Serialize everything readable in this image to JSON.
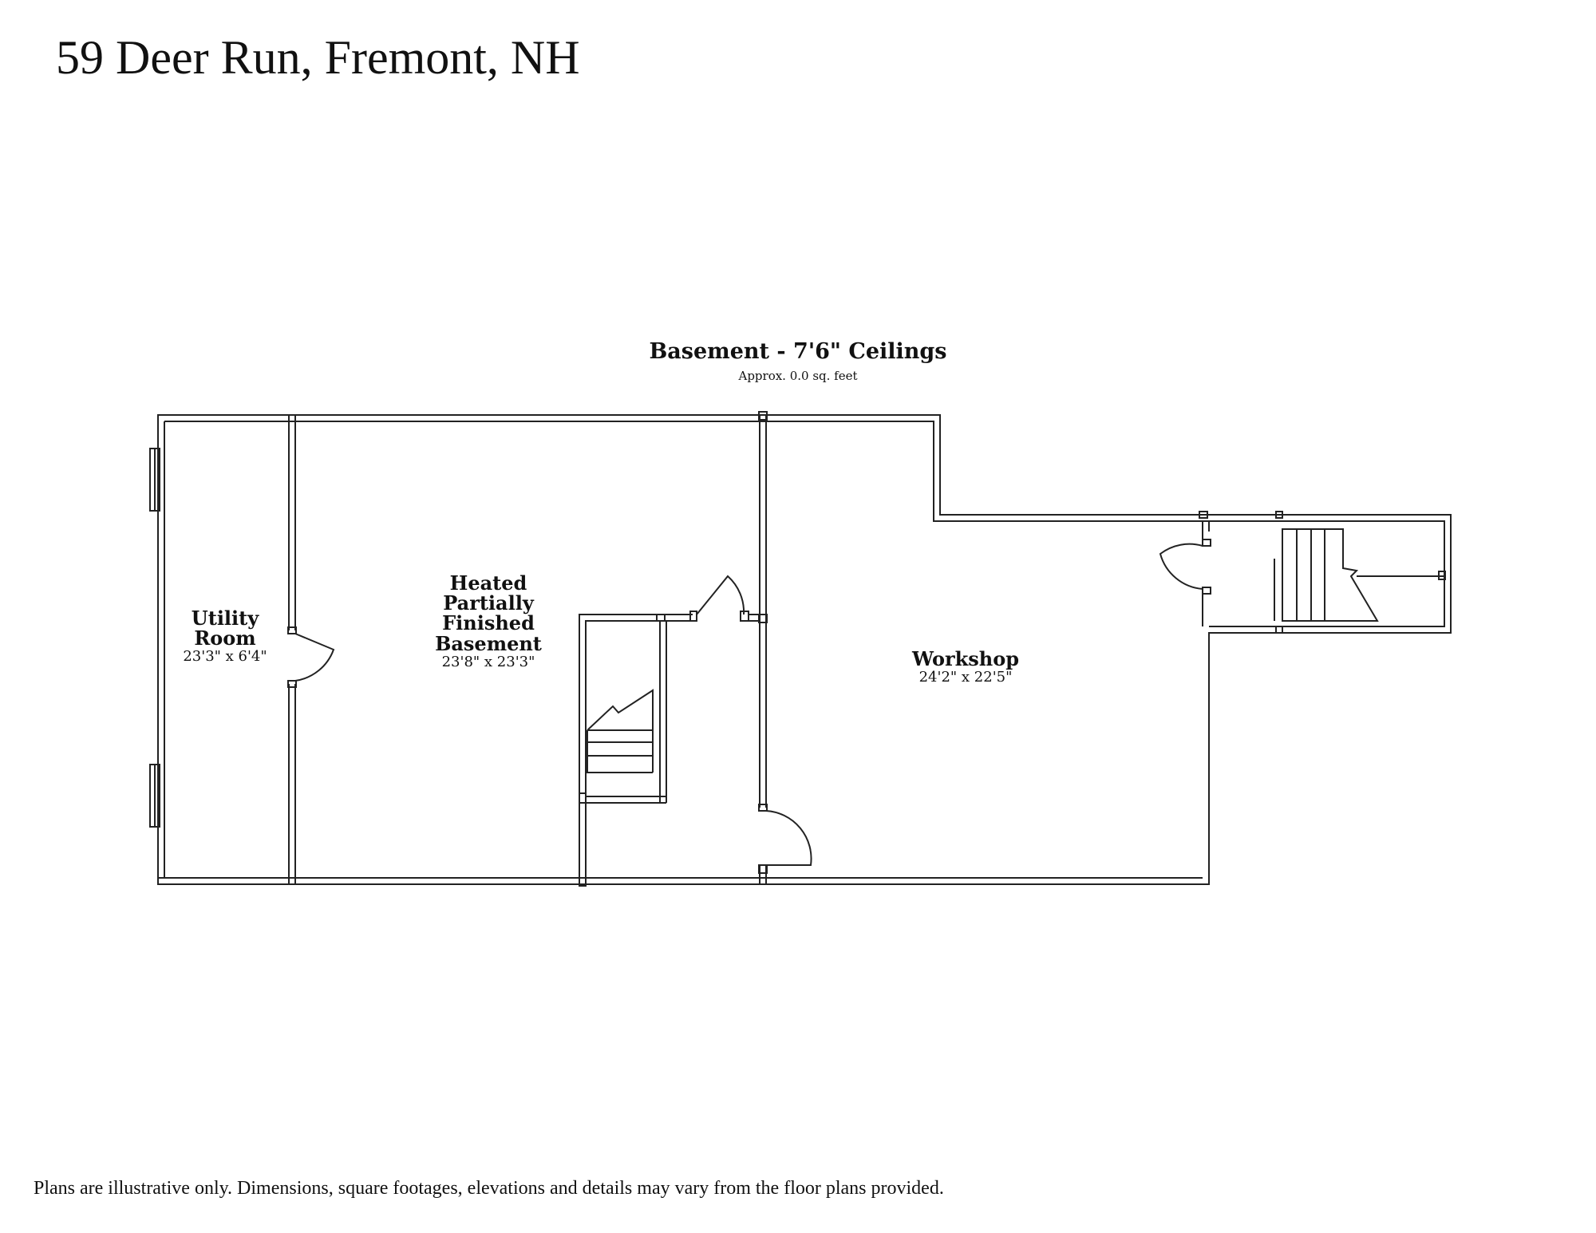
{
  "header": {
    "address": "59 Deer Run, Fremont, NH"
  },
  "plan": {
    "level_title": "Basement - 7'6\" Ceilings",
    "area_note": "Approx. 0.0 sq. feet"
  },
  "rooms": [
    {
      "name_lines": [
        "Utility",
        "Room"
      ],
      "dimensions": "23'3\" x 6'4\""
    },
    {
      "name_lines": [
        "Heated",
        "Partially",
        "Finished",
        "Basement"
      ],
      "dimensions": "23'8\" x 23'3\""
    },
    {
      "name_lines": [
        "Workshop"
      ],
      "dimensions": "24'2\" x 22'5\""
    }
  ],
  "footer": {
    "disclaimer": "Plans are illustrative only. Dimensions, square footages, elevations and details may vary from the floor plans provided."
  }
}
